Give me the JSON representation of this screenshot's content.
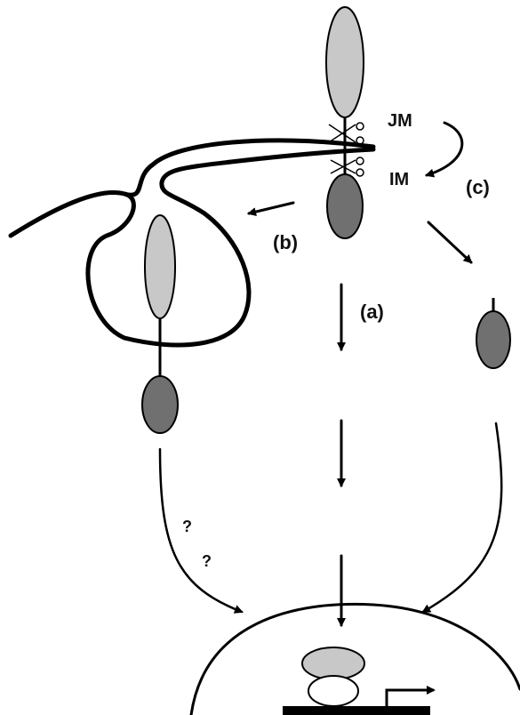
{
  "labels": {
    "jm": "JM",
    "im": "IM",
    "pathway_a": "(a)",
    "pathway_b": "(b)",
    "pathway_c": "(c)",
    "unknown_upper": "?",
    "unknown_lower": "?"
  },
  "colors": {
    "extracellular_domain": "#c8c8c8",
    "intracellular_domain": "#707070",
    "membrane": "#000000",
    "background": "#ffffff"
  }
}
